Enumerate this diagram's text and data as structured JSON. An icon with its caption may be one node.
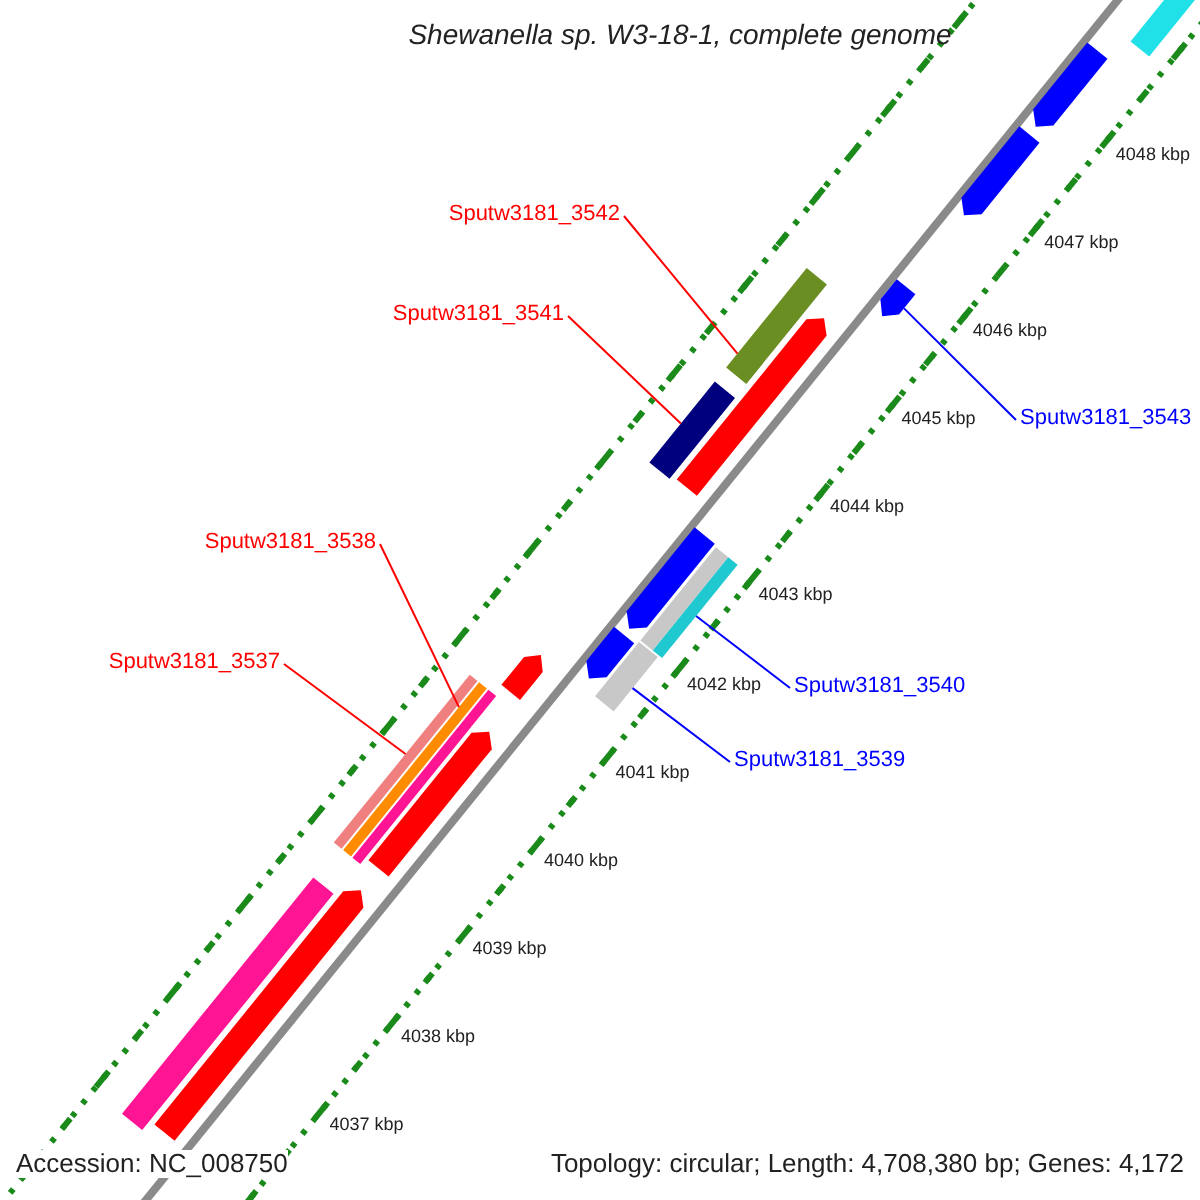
{
  "diagram": {
    "title": "Shewanella sp. W3-18-1, complete genome",
    "nodes": [
      {
        "text": [
          "Sputw3181_3542"
        ]
      },
      {
        "text": [
          "Sputw3181_3541"
        ]
      },
      {
        "text": [
          "Sputw3181_3543"
        ]
      },
      {
        "text": [
          "Sputw3181_3538"
        ]
      },
      {
        "text": [
          "Sputw3181_3540"
        ]
      },
      {
        "text": [
          "Sputw3181_3537"
        ]
      },
      {
        "text": [
          "Sputw3181_3539"
        ]
      },
      {
        "text": [],
        "shape": "bar"
      },
      {
        "text": [],
        "shape": "arrow"
      },
      {
        "text": [],
        "shape": "arrow"
      },
      {
        "text": [],
        "shape": "arrow"
      },
      {
        "text": [],
        "shape": "bar"
      },
      {
        "text": [],
        "shape": "arrow"
      },
      {
        "text": [],
        "shape": "bar"
      },
      {
        "text": [],
        "shape": "arrow"
      },
      {
        "text": [],
        "shape": "bar"
      },
      {
        "text": [],
        "shape": "bar"
      },
      {
        "text": [],
        "shape": "arrow"
      },
      {
        "text": [],
        "shape": "bar"
      },
      {
        "text": [],
        "shape": "arrow"
      },
      {
        "text": [],
        "shape": "bar"
      },
      {
        "text": [],
        "shape": "bar"
      },
      {
        "text": [],
        "shape": "bar"
      },
      {
        "text": [],
        "shape": "arrow"
      },
      {
        "text": [],
        "shape": "arrow"
      },
      {
        "text": [],
        "shape": "bar"
      }
    ],
    "edges": [
      {
        "from": 0,
        "to": 11,
        "arrow": "none"
      },
      {
        "from": 1,
        "to": 13,
        "arrow": "none"
      },
      {
        "from": 2,
        "to": 10,
        "arrow": "none",
        "color": "#0000ff"
      },
      {
        "from": 3,
        "to": 21,
        "arrow": "none"
      },
      {
        "from": 4,
        "to": 16,
        "arrow": "none",
        "color": "#0000ff"
      },
      {
        "from": 5,
        "to": 20,
        "arrow": "none"
      },
      {
        "from": 6,
        "to": 18,
        "arrow": "none",
        "color": "#0000ff"
      }
    ],
    "labels": [
      "4048 kbp",
      "4047 kbp",
      "4046 kbp",
      "4045 kbp",
      "4044 kbp",
      "4043 kbp",
      "4042 kbp",
      "4041 kbp",
      "4040 kbp",
      "4039 kbp",
      "4038 kbp",
      "4037 kbp",
      "Accession: NC_008750",
      "Topology: circular; Length: 4,708,380 bp; Genes: 4,172"
    ]
  }
}
